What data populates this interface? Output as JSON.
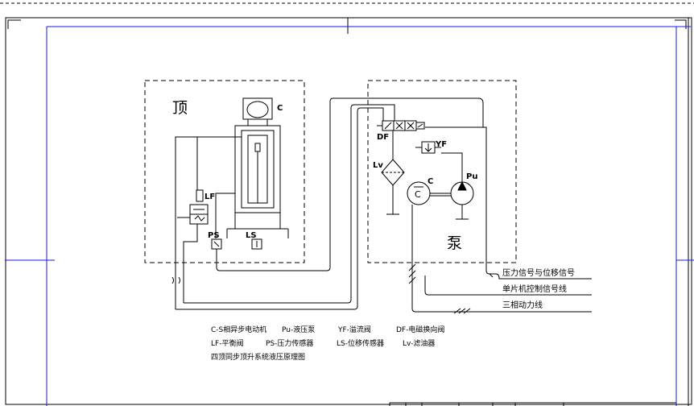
{
  "diagram": {
    "section_top_label": "顶",
    "section_pump_label": "泵",
    "component_labels": {
      "cylinder_c": "C",
      "motor_c": "C",
      "lf": "LF",
      "ps": "PS",
      "ls": "LS",
      "df": "DF",
      "yf": "YF",
      "lv": "Lv",
      "pu": "Pu"
    },
    "signal_lines": [
      "压力信号与位移信号",
      "单片机控制信号线",
      "三相动力线"
    ],
    "legend": {
      "row1": [
        "C-S相异步电动机",
        "Pu-液压泵",
        "YF-溢流阀",
        "DF-电磁换向阀"
      ],
      "row2": [
        "LF-平衡阀",
        "PS-压力传感器",
        "LS-位移传感器",
        "Lv-滤油器"
      ],
      "caption": "四顶同步顶升系统液压原理图"
    }
  },
  "colors": {
    "frame_blue": "#1a1adf",
    "line_black": "#000000"
  }
}
